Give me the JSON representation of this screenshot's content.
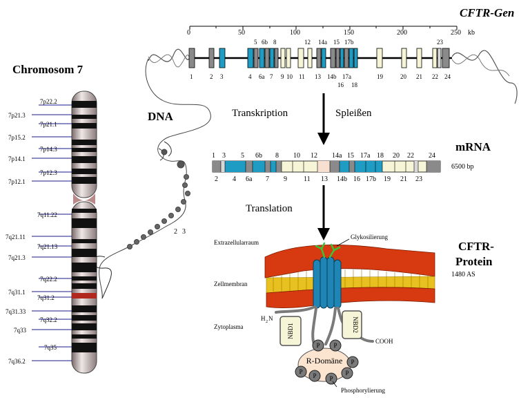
{
  "titles": {
    "gene": "CFTR-Gen",
    "chromosome": "Chromosom 7",
    "dna": "DNA",
    "mrna": "mRNA",
    "protein_line1": "CFTR-",
    "protein_line2": "Protein"
  },
  "arrows": {
    "transcription": "Transkription",
    "splicing": "Spleißen",
    "translation": "Translation"
  },
  "scale": {
    "ticks": [
      "0",
      "50",
      "100",
      "150",
      "200",
      "250"
    ],
    "unit": "kb"
  },
  "gene_exons": {
    "top": [
      "5",
      "6b",
      "8",
      "12",
      "14a",
      "15",
      "17b",
      "23"
    ],
    "bottom": [
      "1",
      "2",
      "3",
      "4",
      "6a",
      "7",
      "9",
      "10",
      "11",
      "13",
      "14b",
      "17a",
      "19",
      "20",
      "21",
      "22",
      "24"
    ],
    "bottom2": [
      "16",
      "18"
    ]
  },
  "mrna_exons": {
    "top": [
      "1",
      "3",
      "5",
      "6b",
      "8",
      "10",
      "12",
      "14a",
      "15",
      "17a",
      "18",
      "20",
      "22",
      "24"
    ],
    "bottom": [
      "2",
      "4",
      "6a",
      "7",
      "9",
      "11",
      "13",
      "14b",
      "16",
      "17b",
      "19",
      "21",
      "23"
    ],
    "length": "6500 bp"
  },
  "chromosome_bands": {
    "p": [
      "7p22.2",
      "7p21.3",
      "7p21.1",
      "7p15.2",
      "7p14.3",
      "7p14.1",
      "7p12.3",
      "7p12.1"
    ],
    "q": [
      "7q11.22",
      "7q21.11",
      "7q21.13",
      "7q21.3",
      "7q22.2",
      "7q31.1",
      "7q31.2",
      "7q31.33",
      "7q32.2",
      "7q33",
      "7q35",
      "7q36.2"
    ]
  },
  "dna_markers": [
    "2",
    "3"
  ],
  "protein": {
    "extracellular": "Extrazellularraum",
    "membrane": "Zellmembran",
    "cytoplasm": "Zytoplasma",
    "glycosylation": "Glykosilierung",
    "length": "1480 AS",
    "nbd1": "NBD1",
    "nbd2": "NBD2",
    "r_domain": "R-Domäne",
    "n_terminus_h": "H",
    "n_terminus_sub": "2",
    "n_terminus_n": "N",
    "c_terminus": "COOH",
    "phospho_symbol": "P",
    "phosphorylation": "Phosphorylierung"
  },
  "colors": {
    "exon_blue": "#1f9cc4",
    "exon_grey": "#8a8a8a",
    "exon_cream": "#f7f5d8",
    "exon_peach": "#f8e0d0",
    "chromosome_red": "#b0281e",
    "band_line": "#1a1a8a",
    "membrane_red": "#d73a10",
    "membrane_yellow": "#e8c020",
    "channel_blue": "#1f85b5",
    "glyco_green": "#3ac43a",
    "r_domain_fill": "#fbe4d0"
  }
}
